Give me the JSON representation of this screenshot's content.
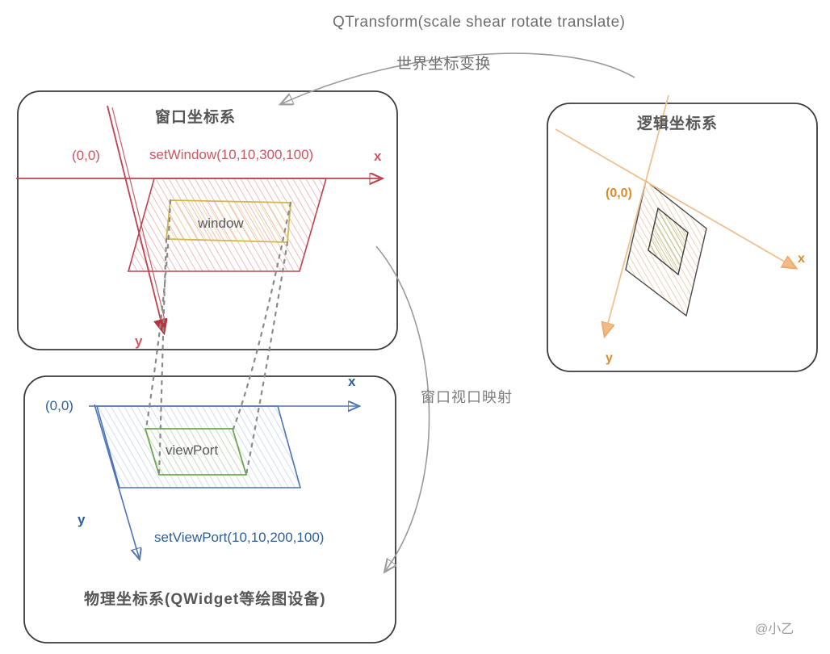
{
  "diagram": {
    "top_caption": "QTransform(scale shear rotate translate)",
    "transform_label": "世界坐标变换",
    "mapping_label": "窗口视口映射",
    "watermark": "@小乙"
  },
  "window_panel": {
    "title": "窗口坐标系",
    "origin_label": "(0,0)",
    "api_call": "setWindow(10,10,300,100)",
    "x_axis_label": "x",
    "y_axis_label": "y",
    "inner_rect_label": "window"
  },
  "physical_panel": {
    "title": "物理坐标系(QWidget等绘图设备)",
    "origin_label": "(0,0)",
    "api_call": "setViewPort(10,10,200,100)",
    "x_axis_label": "x",
    "y_axis_label": "y",
    "inner_rect_label": "viewPort"
  },
  "logical_panel": {
    "title": "逻辑坐标系",
    "origin_label": "(0,0)",
    "x_axis_label": "x",
    "y_axis_label": "y"
  },
  "colors": {
    "window_red": "#c0414e",
    "window_fill": "#f6dcdf",
    "window_inner_yellow": "#d4b648",
    "viewport_blue": "#4a73b5",
    "viewport_fill": "#e3ecf7",
    "viewport_inner_green": "#6ba84f",
    "logical_orange": "#f0c090",
    "logical_inner_green": "#8fae5a",
    "panel_border": "#3a3a3a",
    "connector_gray": "#8a8a8a",
    "arrow_gray": "#9a9a9a"
  }
}
